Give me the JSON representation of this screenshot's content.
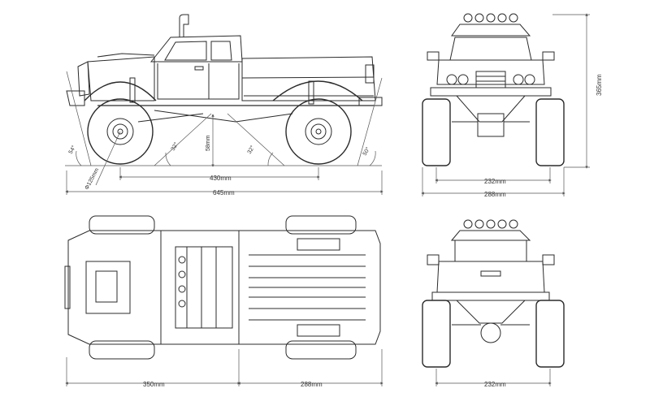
{
  "side_view": {
    "angle_front": "54°",
    "angle_mid_left": "32°",
    "clearance": "58mm",
    "angle_mid_right": "32°",
    "angle_rear": "50°",
    "wheel_diameter": "Φ125mm",
    "wheelbase": "430mm",
    "overall_length": "645mm"
  },
  "front_view": {
    "height": "365mm",
    "track": "232mm",
    "overall_width": "288mm"
  },
  "top_view": {
    "front_section": "350mm",
    "rear_section": "288mm"
  },
  "rear_view": {
    "track": "232mm"
  },
  "colors": {
    "line": "#2b2b2b",
    "dim": "#555555",
    "background": "#ffffff"
  }
}
